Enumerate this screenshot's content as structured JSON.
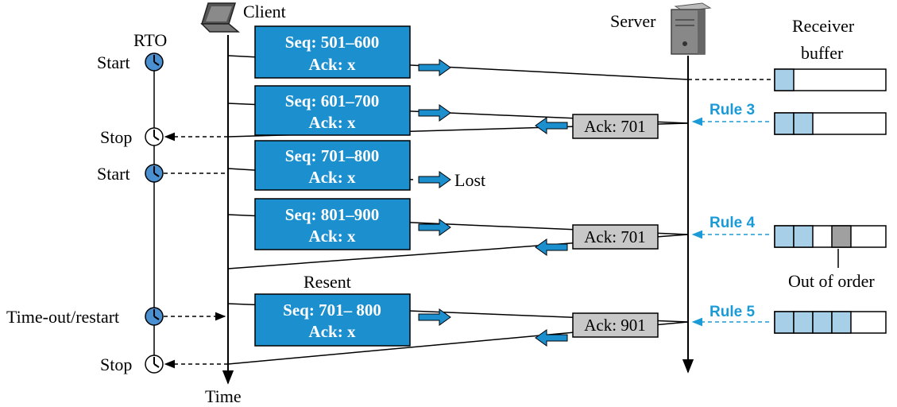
{
  "client_label": "Client",
  "server_label": "Server",
  "rto_label": "RTO",
  "time_label": "Time",
  "receiver_label": [
    "Receiver",
    "buffer"
  ],
  "timer_events": [
    "Start",
    "Stop",
    "Start",
    "Time-out/restart",
    "Stop"
  ],
  "segments": [
    {
      "seq": "Seq: 501–600",
      "ack": "Ack: x"
    },
    {
      "seq": "Seq: 601–700",
      "ack": "Ack: x"
    },
    {
      "seq": "Seq: 701–800",
      "ack": "Ack: x"
    },
    {
      "seq": "Seq: 801–900",
      "ack": "Ack: x"
    },
    {
      "seq": "Seq: 701– 800",
      "ack": "Ack: x"
    }
  ],
  "lost_label": "Lost",
  "resent_label": "Resent",
  "acks": [
    "Ack: 701",
    "Ack: 701",
    "Ack: 901"
  ],
  "rules": [
    "Rule 3",
    "Rule 4",
    "Rule 5"
  ],
  "out_of_order_label": "Out of order",
  "buffers": [
    {
      "cells": [
        "filled",
        "empty",
        "empty",
        "empty",
        "empty",
        "empty",
        "empty"
      ]
    },
    {
      "cells": [
        "filled",
        "filled",
        "empty",
        "empty",
        "empty",
        "empty",
        "empty"
      ]
    },
    {
      "cells": [
        "filled",
        "filled",
        "empty",
        "gray",
        "empty",
        "empty",
        "empty"
      ]
    },
    {
      "cells": [
        "filled",
        "filled",
        "filled",
        "filled",
        "empty",
        "empty",
        "empty"
      ]
    }
  ],
  "colors": {
    "segment_fill": "#1c8fcf",
    "arrow_fill": "#1c8fcf",
    "ack_fill": "#c8c8c8",
    "rule_color": "#1a9bd7",
    "buffer_filled": "#a8cfe8",
    "buffer_gray": "#a0a0a0",
    "timer_fill": "#4a8fcf"
  }
}
